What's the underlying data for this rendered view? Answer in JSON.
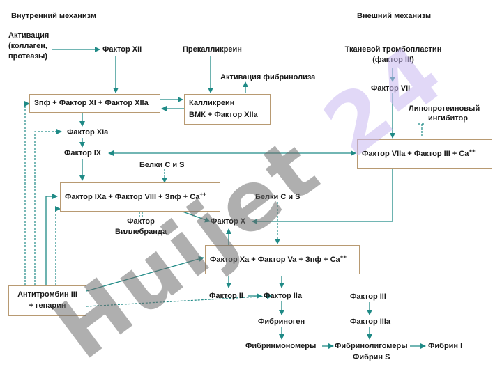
{
  "headings": {
    "intrinsic": "Внутренний механизм",
    "extrinsic": "Внешний механизм"
  },
  "activation": [
    "Активация",
    "(коллаген,",
    "протеазы)"
  ],
  "factor_xii": "Фактор XII",
  "prekallikrein": "Прекалликреин",
  "fibrinolysis_activation": "Активация фибринолиза",
  "tissue_thromboplastin": [
    "Тканевой тромбопластин",
    "(фактор III)"
  ],
  "factor_vii": "Фактор VII",
  "lipoprotein_inhibitor": [
    "Липопротеиновый",
    "ингибитор"
  ],
  "box_contact": "Зпф + Фактор XI + Фактор XIIa",
  "box_kallikrein": [
    "Калликреин",
    "ВМК + Фактор XIIa"
  ],
  "factor_xia": "Фактор XIa",
  "factor_ix": "Фактор IX",
  "box_extrinsic_main": "Фактор VIIa + Фактор III + Ca",
  "proteins_cs_1": "Белки C и S",
  "box_tenase_main": "Фактор IXa + Фактор VIII + Зпф + Ca",
  "proteins_cs_2": "Белки C и S",
  "willebrand": [
    "Фактор",
    "Виллебранда"
  ],
  "factor_x": "Фактор X",
  "box_prothrombinase_main": "Фактор Xa + Фактор Va + Зпф + Ca",
  "calcium_sup": "++",
  "box_antithrombin": [
    "Антитромбин III",
    "+ гепарин"
  ],
  "factor_ii": "Фактор II",
  "factor_iia": "Фактор IIa",
  "fibrinogen": "Фибриноген",
  "factor_iii_right": "Фактор III",
  "factor_iiia": "Фактор IIIa",
  "fibrinmonomers": "Фибринмономеры",
  "fibrinoligomers": "Фибринолигомеры",
  "fibrin_s": "Фибрин S",
  "fibrin_i": "Фибрин I",
  "watermark": "Huijet 24",
  "colors": {
    "arrow": "#1f8a86",
    "box_border": "#b89a72",
    "watermark_dark": "#6e6e6e",
    "watermark_light": "#c8b8f0"
  }
}
